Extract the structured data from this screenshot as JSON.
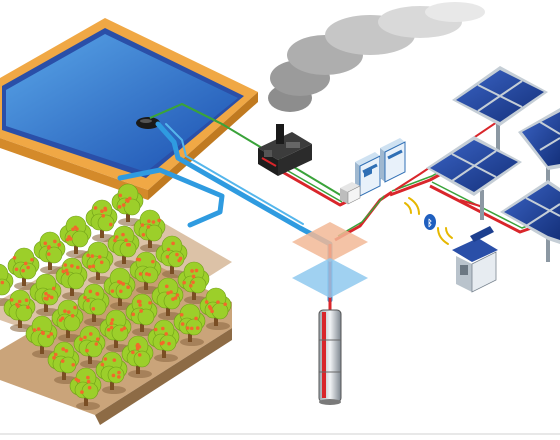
{
  "diagram": {
    "bluetooth_glyph": "ᛒ",
    "icons": [
      "reservoir-pond",
      "floating-pump-icon",
      "diesel-generator-icon",
      "smoke-plume",
      "inverter-icon",
      "junction-box-icon",
      "bluetooth-icon",
      "wireless-signal-icon",
      "monitoring-station-icon",
      "solar-panel-array",
      "borehole",
      "submersible-pump-icon",
      "orchard-trees"
    ],
    "colors": {
      "water_pipe": "#2f9be0",
      "power_cable": "#d9262b",
      "signal_cable": "#3aa33a",
      "pond_water": "#2266c4",
      "pond_border": "#f0a845",
      "solar_cell": "#1d3f8f",
      "tree_foliage": "#9ccf2a",
      "fruit": "#f2692b",
      "ground": "#c49a6c"
    }
  }
}
